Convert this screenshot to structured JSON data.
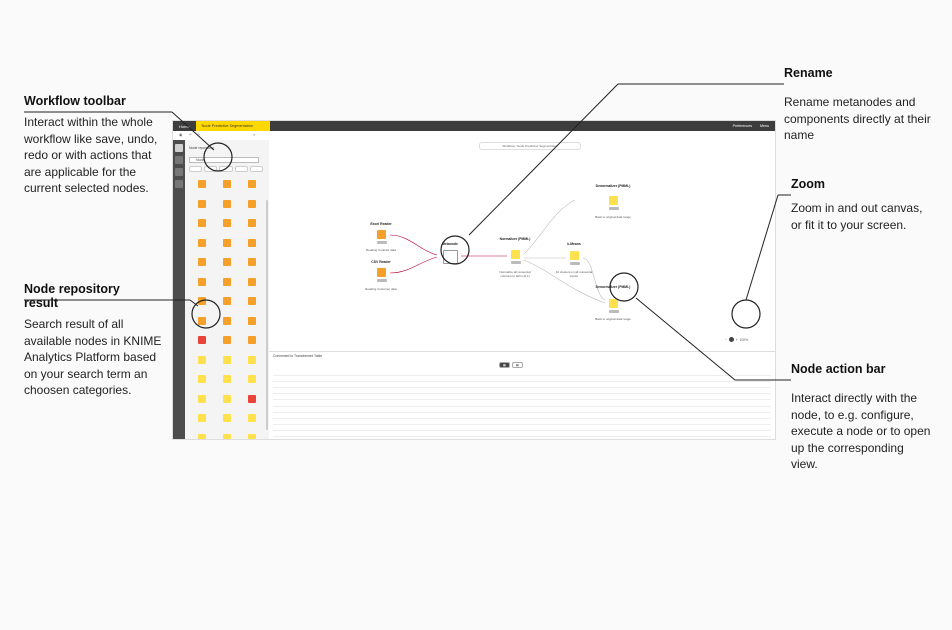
{
  "callouts": {
    "workflow_toolbar": {
      "title": "Workflow toolbar",
      "desc": "Interact within the whole workflow like save, undo, redo or with actions that are applicable for the current selected nodes."
    },
    "node_repository": {
      "title": "Node repository result",
      "desc": "Search result of all available nodes in KNIME Analytics Platform based on your search term an choosen categories."
    },
    "rename": {
      "title": "Rename",
      "desc": "Rename metanodes and components directly at their name"
    },
    "zoom": {
      "title": "Zoom",
      "desc": "Zoom in and out canvas, or fit it to your screen."
    },
    "node_action_bar": {
      "title": "Node action bar",
      "desc": "Interact directly with the node, to e.g. configure, execute a node or to open up the corresponding view."
    }
  },
  "app": {
    "home_label": "Home",
    "tab_label": "Node Predictive Segmentation",
    "right_items": [
      "Preferences",
      "Menu"
    ],
    "breadcrumb": "Workflow / Node Predictive Segmentation",
    "zoom_level": "100%",
    "repo_title": "Node repository",
    "search_value": "Node",
    "table_title": "Connected to Transformed Table"
  },
  "colors": {
    "accent": "#ffd800",
    "dark_bar": "#3d3d3d",
    "node_orange": "#f4a02a",
    "node_yellow": "#ffe14d",
    "node_red": "#e8443a"
  },
  "workflow": {
    "nodes": [
      {
        "label": "Excel Reader",
        "desc": "Reading Customer data",
        "color": "#f4a02a"
      },
      {
        "label": "CSV Reader",
        "desc": "Reading Contract data",
        "color": "#f4a02a"
      },
      {
        "label": "Metanode",
        "desc": "",
        "color": "#ffffff"
      },
      {
        "label": "Normalizer (PMML)",
        "desc": "Normalize all numerical columns to fall in [0,1]",
        "color": "#ffe14d"
      },
      {
        "label": "k-Means",
        "desc": "10 clusters on all numerical inputs",
        "color": "#ffe14d"
      },
      {
        "label": "Denormalizer (PMML)",
        "desc": "Back to original data range",
        "color": "#ffe14d"
      },
      {
        "label": "Denormalizer (PMML)",
        "desc": "Back to original data range",
        "color": "#ffe14d"
      }
    ]
  }
}
